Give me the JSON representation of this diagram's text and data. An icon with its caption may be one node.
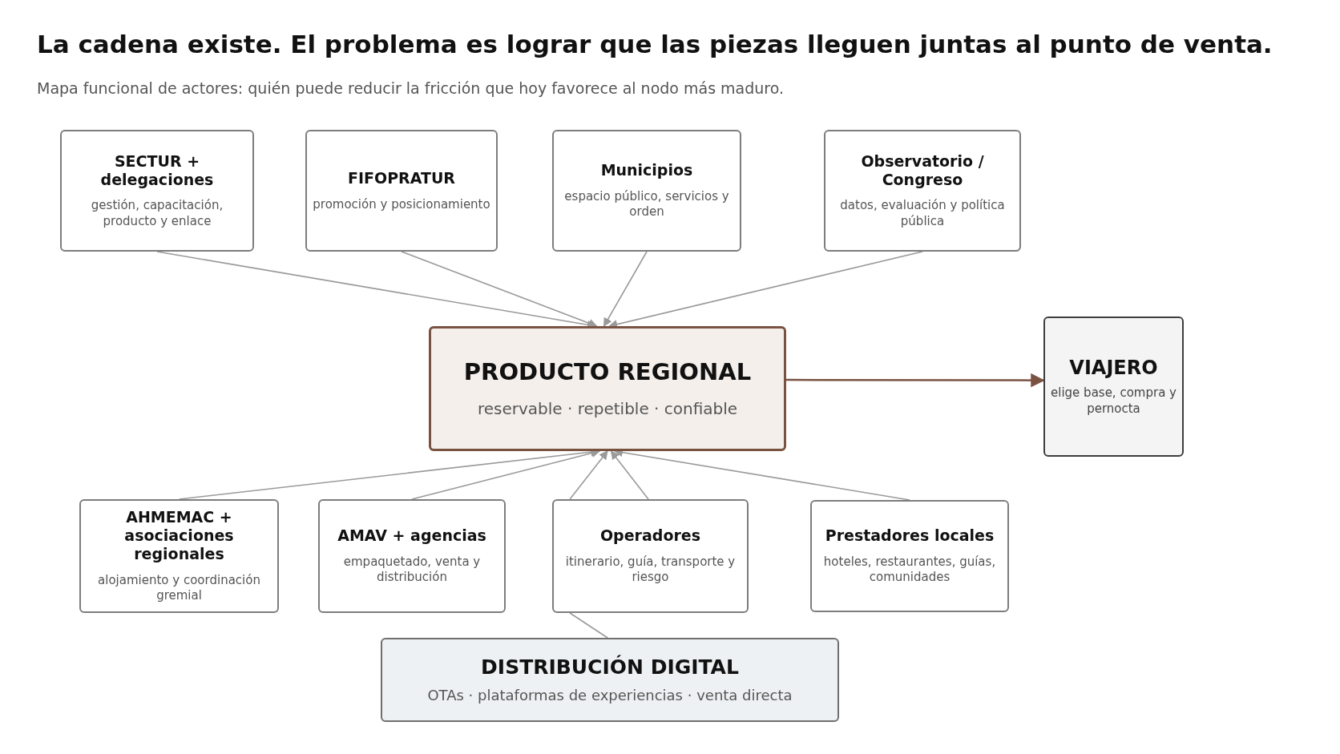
{
  "diagram": {
    "title": "La cadena existe. El problema es lograr que las piezas lleguen juntas al punto de venta.",
    "caption": "Mapa funcional de actores: quién puede reducir la fricción que hoy favorece al nodo más maduro.",
    "nodes": [
      {
        "text": [
          "SECTUR + delegaciones",
          "gestión, capacitación, producto y enlace"
        ]
      },
      {
        "text": [
          "FIFOPRATUR",
          "promoción y posicionamiento"
        ]
      },
      {
        "text": [
          "Municipios",
          "espacio público, servicios y orden"
        ]
      },
      {
        "text": [
          "Observatorio / Congreso",
          "datos, evaluación y política pública"
        ]
      },
      {
        "text": [
          "PRODUCTO REGIONAL",
          "reservable · repetible · confiable"
        ]
      },
      {
        "text": [
          "VIAJERO",
          "elige base, compra y pernocta"
        ]
      },
      {
        "text": [
          "AHMEMAC + asociaciones regionales",
          "alojamiento y coordinación gremial"
        ]
      },
      {
        "text": [
          "AMAV + agencias",
          "empaquetado, venta y distribución"
        ]
      },
      {
        "text": [
          "Operadores",
          "itinerario, guía, transporte y riesgo"
        ]
      },
      {
        "text": [
          "Prestadores locales",
          "hoteles, restaurantes, guías, comunidades"
        ]
      },
      {
        "text": [
          "DISTRIBUCIÓN DIGITAL",
          "OTAs · plataformas de experiencias · venta directa"
        ]
      }
    ],
    "edges": [
      {
        "from": 0,
        "to": 4,
        "arrow": "to"
      },
      {
        "from": 1,
        "to": 4,
        "arrow": "to"
      },
      {
        "from": 2,
        "to": 4,
        "arrow": "to"
      },
      {
        "from": 3,
        "to": 4,
        "arrow": "to"
      },
      {
        "from": 4,
        "to": 5,
        "arrow": "to",
        "color": "#7a5242"
      },
      {
        "from": 6,
        "to": 4,
        "arrow": "to"
      },
      {
        "from": 7,
        "to": 4,
        "arrow": "to"
      },
      {
        "from": 10,
        "to": 8,
        "arrow": "none"
      },
      {
        "from": 8,
        "to": 4,
        "arrow": "to"
      },
      {
        "from": 8,
        "to": 4,
        "arrow": "to"
      },
      {
        "from": 9,
        "to": 4,
        "arrow": "to"
      }
    ]
  }
}
